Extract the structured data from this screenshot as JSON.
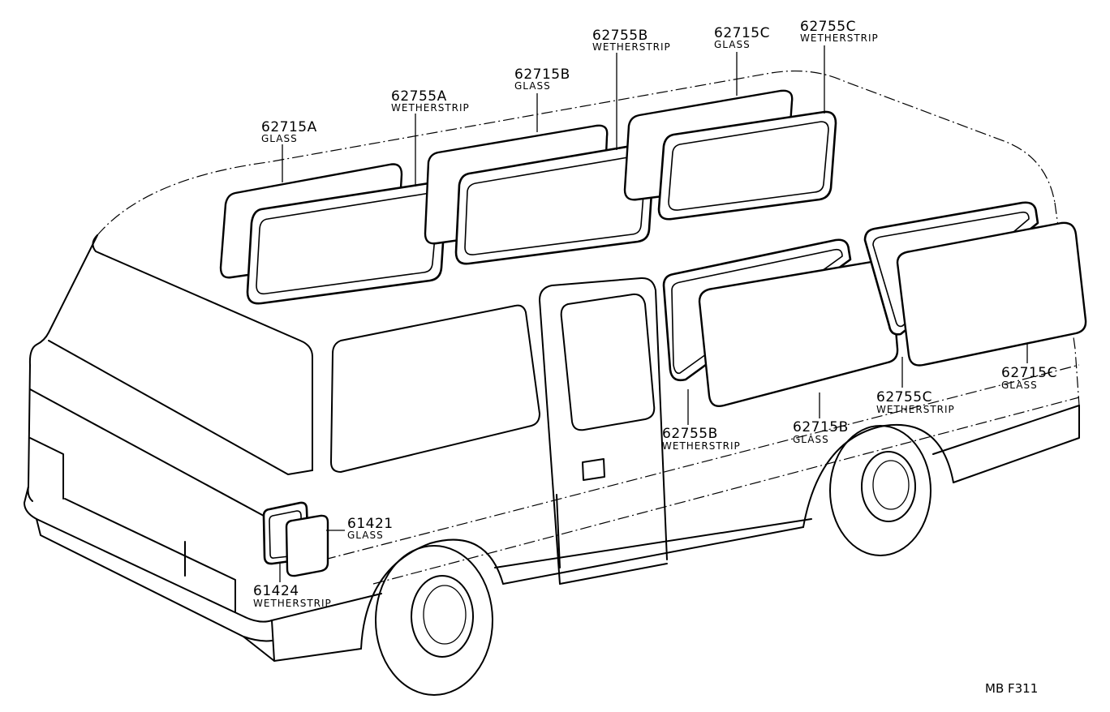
{
  "figure_code": "MB F311",
  "callouts": [
    {
      "id": "c1",
      "part_no": "62715A",
      "desc": "GLASS"
    },
    {
      "id": "c2",
      "part_no": "62755A",
      "desc": "WETHERSTRIP"
    },
    {
      "id": "c3",
      "part_no": "62715B",
      "desc": "GLASS"
    },
    {
      "id": "c4",
      "part_no": "62755B",
      "desc": "WETHERSTRIP"
    },
    {
      "id": "c5",
      "part_no": "62715C",
      "desc": "GLASS"
    },
    {
      "id": "c6",
      "part_no": "62755C",
      "desc": "WETHERSTRIP"
    },
    {
      "id": "c7",
      "part_no": "61421",
      "desc": "GLASS"
    },
    {
      "id": "c8",
      "part_no": "61424",
      "desc": "WETHERSTRIP"
    },
    {
      "id": "c9",
      "part_no": "62755B",
      "desc": "WETHERSTRIP"
    },
    {
      "id": "c10",
      "part_no": "62715B",
      "desc": "GLASS"
    },
    {
      "id": "c11",
      "part_no": "62755C",
      "desc": "WETHERSTRIP"
    },
    {
      "id": "c12",
      "part_no": "62715C",
      "desc": "GLASS"
    }
  ]
}
